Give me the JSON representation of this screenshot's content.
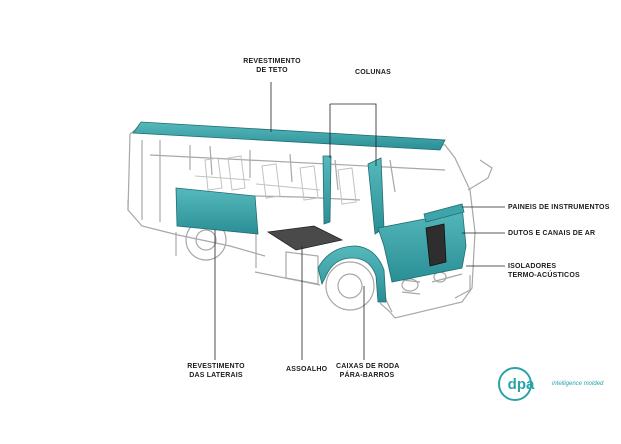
{
  "labels": {
    "roof_lining": [
      "REVESTIMENTO",
      "DE TETO"
    ],
    "columns": "COLUNAS",
    "dash_panels": "PAINEIS DE INSTRUMENTOS",
    "ducts": "DUTOS E CANAIS DE AR",
    "insulators": [
      "ISOLADORES",
      "TERMO-ACÚSTICOS"
    ],
    "side_lining": [
      "REVESTIMENTO",
      "DAS LATERAIS"
    ],
    "floor": "ASSOALHO",
    "wheel_arches": [
      "CAIXAS DE RODA",
      "PÁRA-BARROS"
    ]
  },
  "logo": {
    "mark": "dpa",
    "tagline": "intelligence molded"
  },
  "colors": {
    "teal": "#2e9aa0",
    "teal_light": "#4fb5b8",
    "outline": "#9a9a9a",
    "leader": "#222222"
  }
}
